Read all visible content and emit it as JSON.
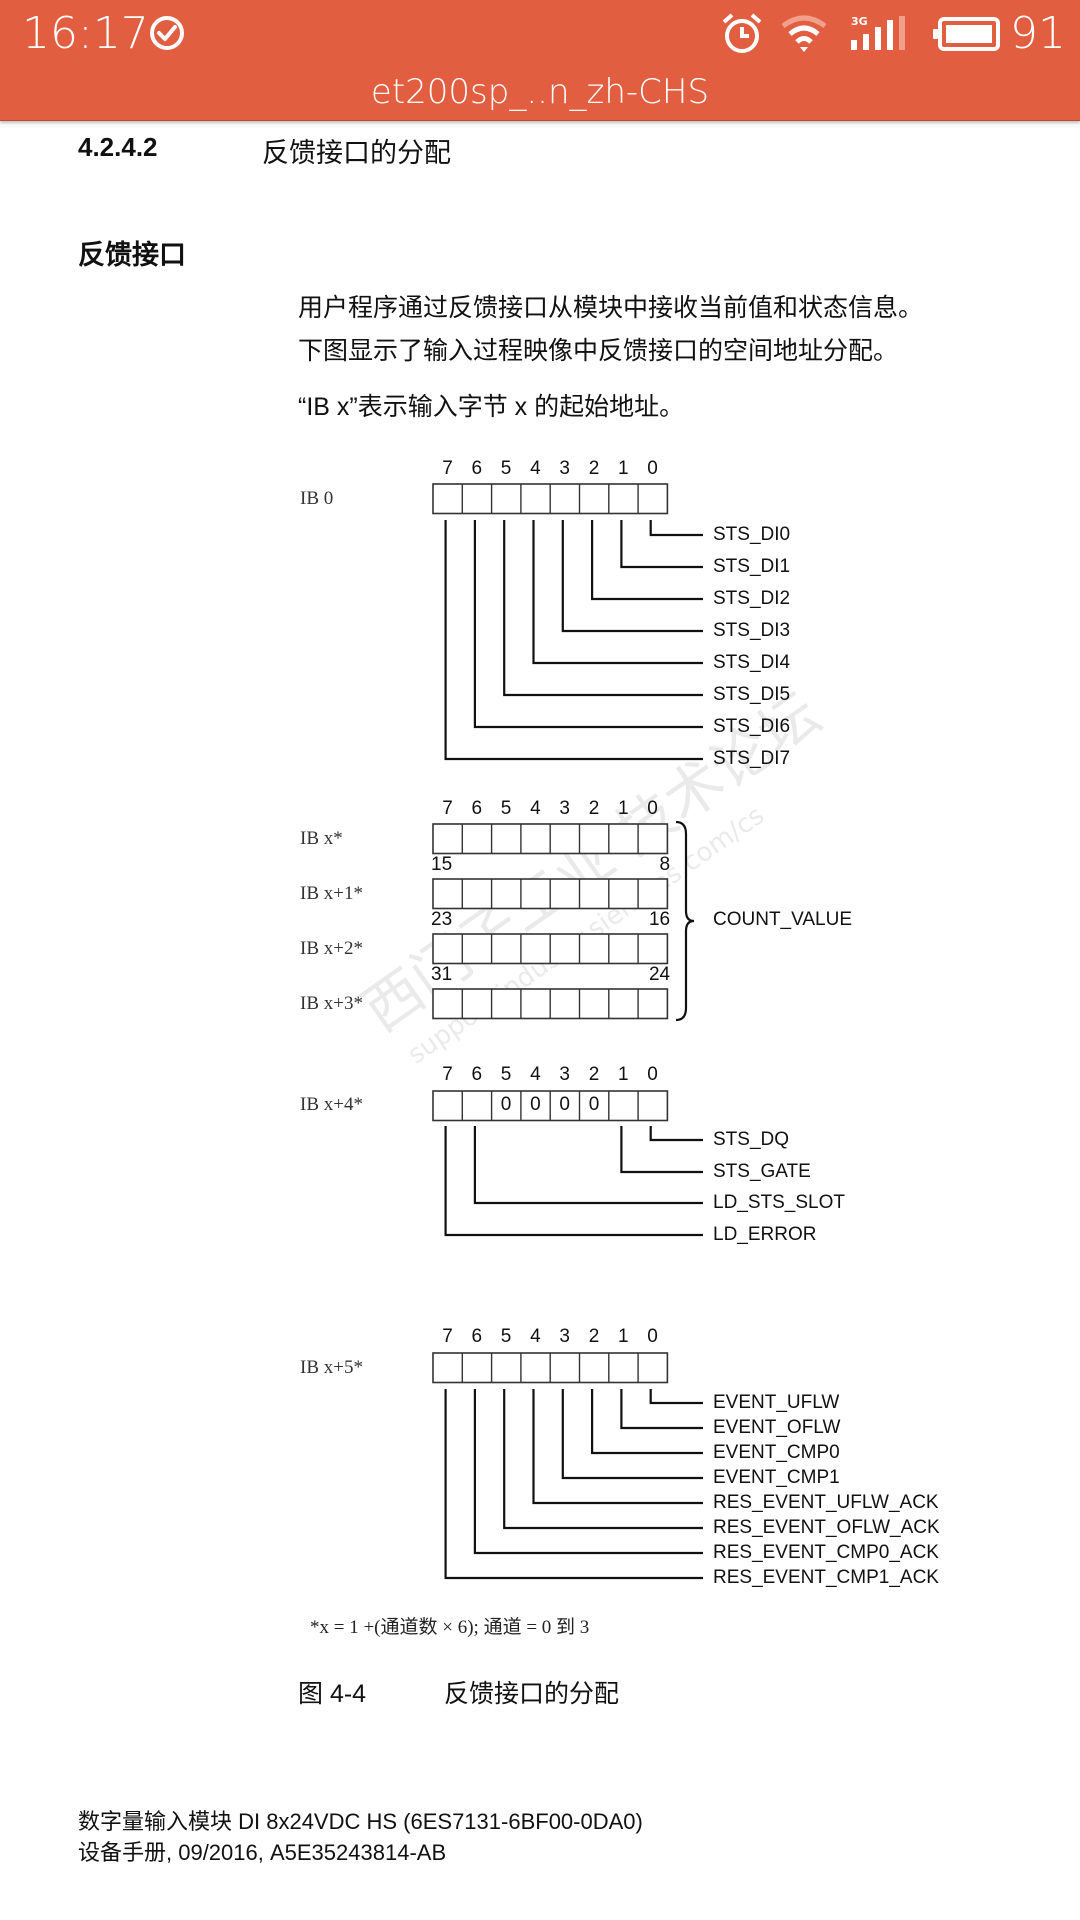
{
  "status_bar": {
    "time": "16:17",
    "sync_icon": "check-circle-icon",
    "alarm_icon": "alarm-clock-icon",
    "wifi_icon": "wifi-icon",
    "network_type": "3G",
    "signal_icon": "cell-signal-icon",
    "battery_icon": "battery-icon",
    "battery_percent": "91"
  },
  "app_bar": {
    "title": "et200sp_..n_zh-CHS",
    "color": "#E25E40"
  },
  "document": {
    "section_number": "4.2.4.2",
    "section_title": "反馈接口的分配",
    "subsection_title": "反馈接口",
    "paragraphs": [
      "用户程序通过反馈接口从模块中接收当前值和状态信息。",
      "下图显示了输入过程映像中反馈接口的空间地址分配。",
      "“IB x”表示输入字节 x 的起始地址。"
    ],
    "figure": {
      "bit_headers": [
        "7",
        "6",
        "5",
        "4",
        "3",
        "2",
        "1",
        "0"
      ],
      "ib0": {
        "label": "IB 0",
        "signals": [
          "STS_DI0",
          "STS_DI1",
          "STS_DI2",
          "STS_DI3",
          "STS_DI4",
          "STS_DI5",
          "STS_DI6",
          "STS_DI7"
        ]
      },
      "count_block": {
        "rows": [
          {
            "label": "IB x*",
            "hi": "7",
            "lo": "0"
          },
          {
            "label": "IB x+1*",
            "hi": "15",
            "lo": "8"
          },
          {
            "label": "IB x+2*",
            "hi": "23",
            "lo": "16"
          },
          {
            "label": "IB x+3*",
            "hi": "31",
            "lo": "24"
          }
        ],
        "signal": "COUNT_VALUE"
      },
      "ib_x4": {
        "label": "IB x+4*",
        "cell_values": [
          "",
          "",
          "0",
          "0",
          "0",
          "0",
          "",
          ""
        ],
        "signals": [
          {
            "bit": 0,
            "name": "STS_DQ"
          },
          {
            "bit": 1,
            "name": "STS_GATE"
          },
          {
            "bit": 6,
            "name": "LD_STS_SLOT"
          },
          {
            "bit": 7,
            "name": "LD_ERROR"
          }
        ]
      },
      "ib_x5": {
        "label": "IB x+5*",
        "signals": [
          "EVENT_UFLW",
          "EVENT_OFLW",
          "EVENT_CMP0",
          "EVENT_CMP1",
          "RES_EVENT_UFLW_ACK",
          "RES_EVENT_OFLW_ACK",
          "RES_EVENT_CMP0_ACK",
          "RES_EVENT_CMP1_ACK"
        ]
      },
      "footnote": "*x = 1 +(通道数 × 6); 通道 = 0 到 3",
      "caption_number": "图 4-4",
      "caption_title": "反馈接口的分配",
      "watermark": [
        "西门子工业 技术论坛",
        "support.industry.siemens.com/cs"
      ]
    },
    "footer": {
      "line1": "数字量输入模块 DI 8x24VDC HS (6ES7131-6BF00-0DA0)",
      "line2": "设备手册, 09/2016, A5E35243814-AB"
    }
  }
}
